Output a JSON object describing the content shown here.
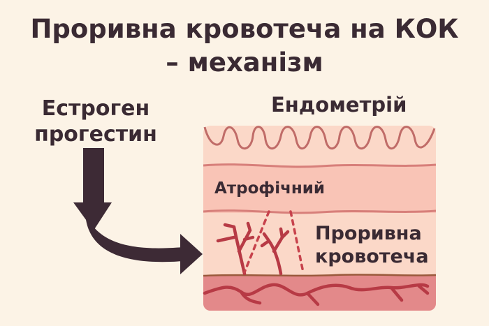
{
  "title_line1": "Проривна кровотеча на КОК",
  "title_line2": "– механізм",
  "input_label_line1": "Естроген",
  "input_label_line2": "прогестин",
  "endometrium_label": "Ендометрій",
  "atrophic_label": "Атрофічний",
  "breakthrough_line1": "Проривна",
  "breakthrough_line2": "кровотеча",
  "colors": {
    "text": "#3a2a33",
    "background": "#fcf3e6",
    "vessel": "#b73a45",
    "layer_dark": "#e3898a"
  }
}
